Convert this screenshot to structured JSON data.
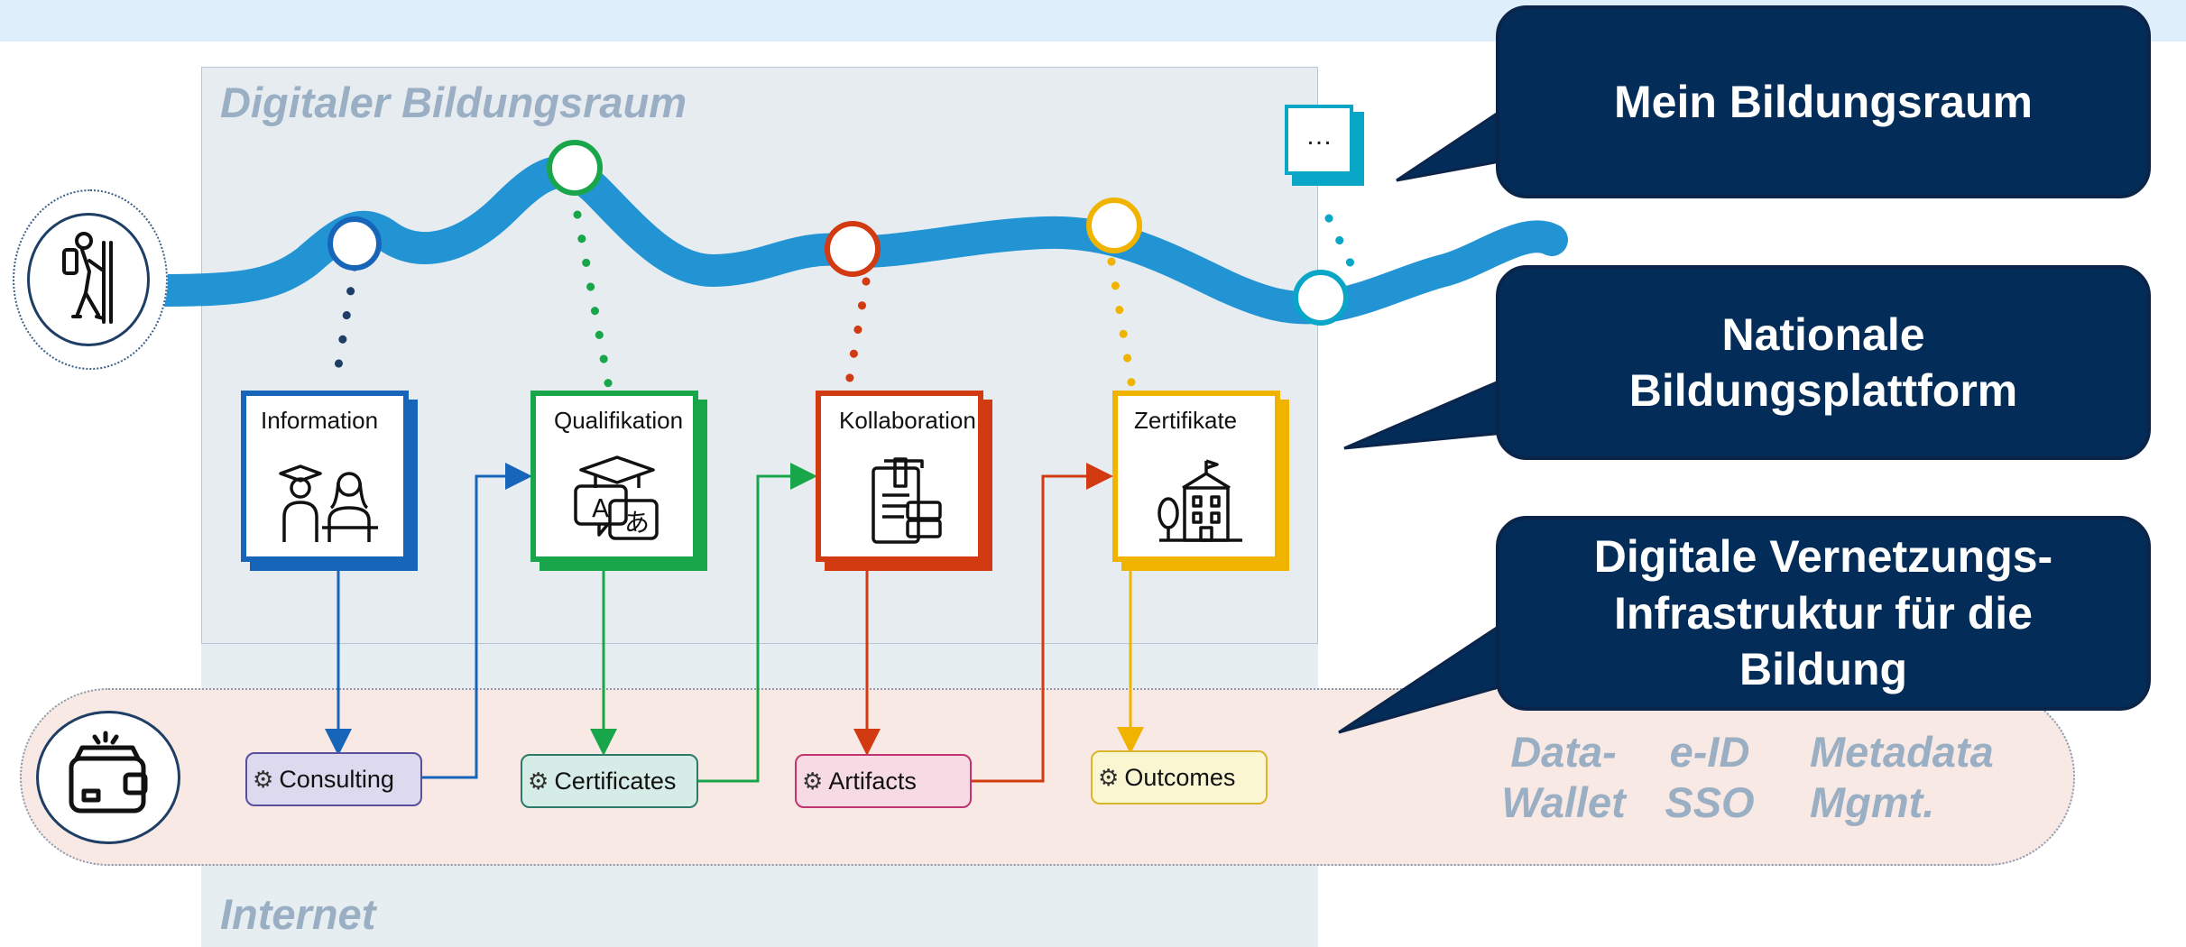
{
  "panels": {
    "raum_title": "Digitaler Bildungsraum",
    "internet_title": "Internet"
  },
  "steps": [
    {
      "title": "Information",
      "color": "#1665b9",
      "icon": "teacher-student-icon"
    },
    {
      "title": "Qualifikation",
      "color": "#19a64a",
      "icon": "graduation-language-icon"
    },
    {
      "title": "Kollaboration",
      "color": "#d23a12",
      "icon": "documents-icon"
    },
    {
      "title": "Zertifikate",
      "color": "#f0b400",
      "icon": "school-building-icon"
    }
  ],
  "outputs": [
    {
      "label": "Consulting",
      "fill": "#ddd9ef",
      "border": "#5a4f9b"
    },
    {
      "label": "Certificates",
      "fill": "#d6ece6",
      "border": "#2e7a6a"
    },
    {
      "label": "Artifacts",
      "fill": "#f6dbe4",
      "border": "#c23470"
    },
    {
      "label": "Outcomes",
      "fill": "#fbf6d2",
      "border": "#d9b52a"
    }
  ],
  "more_marker": "…",
  "callouts": [
    {
      "text": "Mein Bildungsraum"
    },
    {
      "text": "Nationale Bildungsplattform"
    },
    {
      "text": "Digitale Vernetzungs-Infrastruktur für die Bildung"
    }
  ],
  "features": [
    {
      "text": "Data-\nWallet"
    },
    {
      "text": "e-ID\nSSO"
    },
    {
      "text": "Metadata\nMgmt."
    }
  ],
  "colors": {
    "path": "#2294d4",
    "bubble": "#032d58",
    "panel_title": "#9aafc4",
    "wallet_band": "#f8e9e4",
    "ellipsis": "#0aa6c8"
  },
  "icons": [
    "hiker-icon",
    "wallet-icon",
    "gear-icon"
  ]
}
